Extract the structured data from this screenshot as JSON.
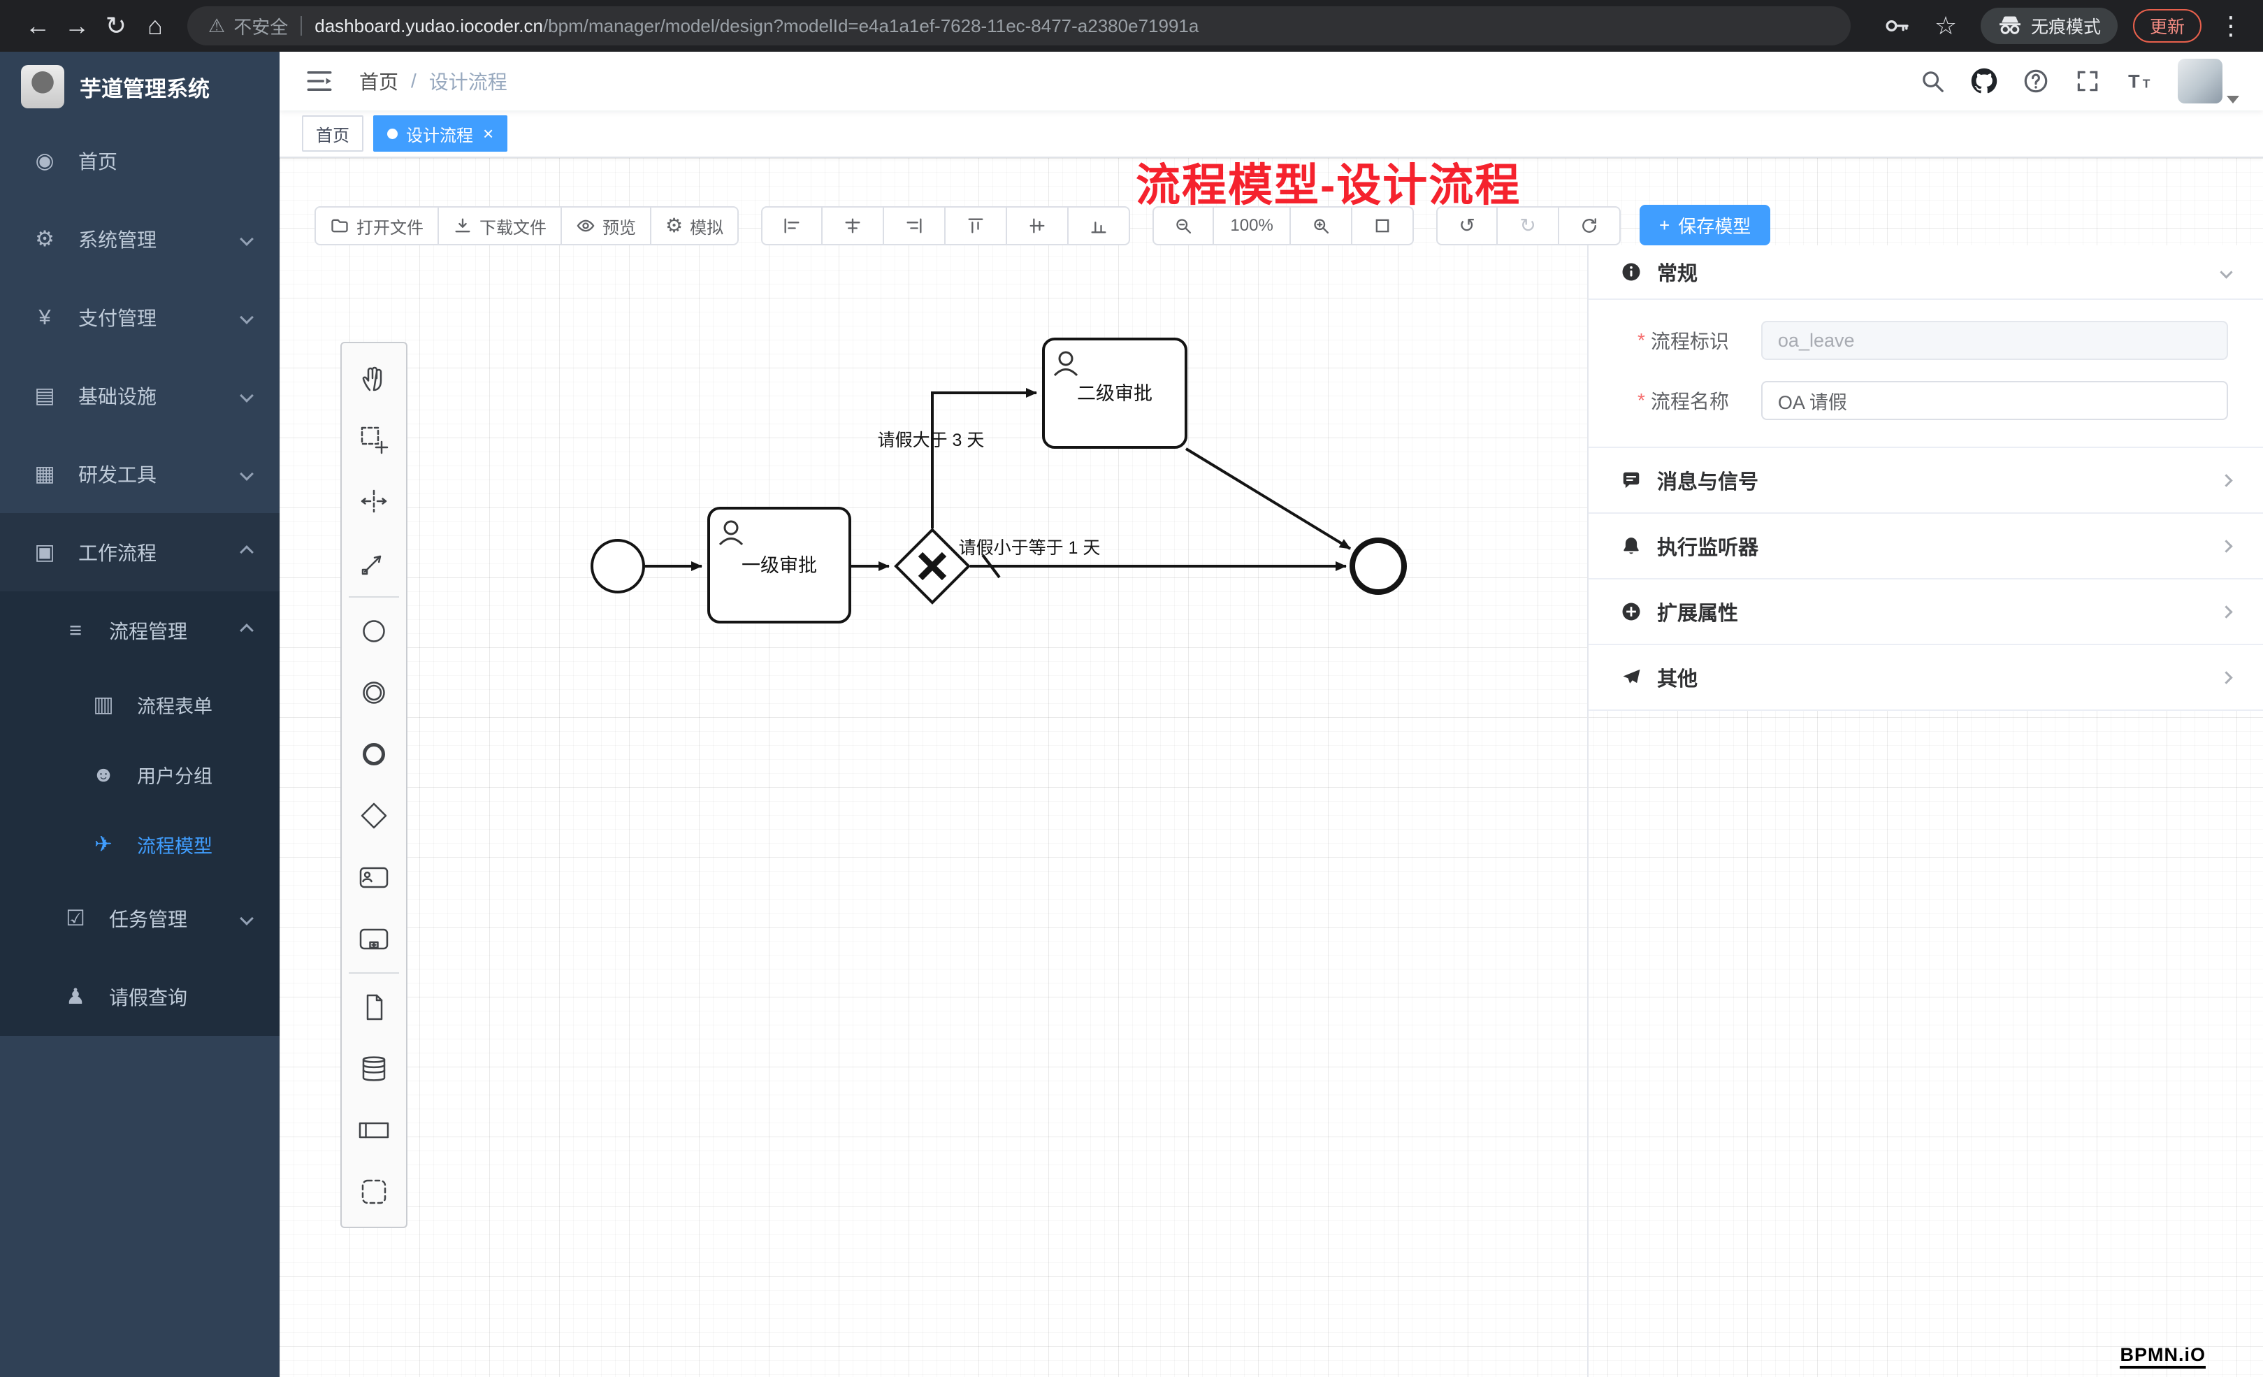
{
  "colors": {
    "primary": "#409eff",
    "sidebar_bg": "#304156",
    "submenu_bg": "#1f2d3d",
    "annotation_red": "#f5222d",
    "chrome_bg": "#202124",
    "tag_active_bg": "#409eff"
  },
  "browser": {
    "insecure_label": "不安全",
    "url_host": "dashboard.yudao.iocoder.cn",
    "url_path": "/bpm/manager/model/design?modelId=e4a1a1ef-7628-11ec-8477-a2380e71991a",
    "incognito_label": "无痕模式",
    "update_label": "更新"
  },
  "icons": {
    "back": "←",
    "forward": "→",
    "reload": "↻",
    "home": "⌂",
    "warning": "⚠",
    "star": "☆",
    "menu_dots": "⋮",
    "gear": "⚙",
    "undo": "↺",
    "redo": "↻",
    "close": "×",
    "plus": "+"
  },
  "sidebar": {
    "logo_title": "芋道管理系统",
    "items": [
      {
        "label": "首页",
        "glyph": "◉"
      },
      {
        "label": "系统管理",
        "glyph": "⚙"
      },
      {
        "label": "支付管理",
        "glyph": "¥"
      },
      {
        "label": "基础设施",
        "glyph": "▤"
      },
      {
        "label": "研发工具",
        "glyph": "▦"
      },
      {
        "label": "工作流程",
        "glyph": "▣"
      },
      {
        "label": "流程管理",
        "glyph": "≡"
      },
      {
        "label": "流程表单",
        "glyph": "▥"
      },
      {
        "label": "用户分组",
        "glyph": "☻"
      },
      {
        "label": "流程模型",
        "glyph": "✈"
      },
      {
        "label": "任务管理",
        "glyph": "☑"
      },
      {
        "label": "请假查询",
        "glyph": "♟"
      }
    ]
  },
  "navbar": {
    "breadcrumb_home": "首页",
    "breadcrumb_sep": "/",
    "breadcrumb_current": "设计流程"
  },
  "tags": {
    "home": "首页",
    "active": "设计流程"
  },
  "annotation": {
    "text": "流程模型-设计流程"
  },
  "toolbar": {
    "open": "打开文件",
    "download": "下载文件",
    "preview": "预览",
    "simulate": "模拟",
    "zoom": "100%",
    "save": "保存模型"
  },
  "diagram": {
    "task1": "一级审批",
    "task2": "二级审批",
    "cond_gt": "请假大于 3 天",
    "cond_lte": "请假小于等于 1 天"
  },
  "panel": {
    "sections": {
      "general": "常规",
      "message": "消息与信号",
      "listener": "执行监听器",
      "extension": "扩展属性",
      "other": "其他"
    },
    "fields": [
      {
        "label": "流程标识",
        "value": "oa_leave"
      },
      {
        "label": "流程名称",
        "value": "OA 请假"
      }
    ]
  },
  "watermark": "BPMN.iO"
}
